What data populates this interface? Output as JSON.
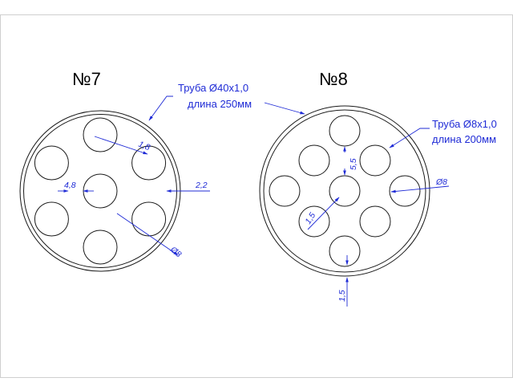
{
  "drawing": {
    "accent_color": "#1f2bd6",
    "line_color": "#1a1a1a",
    "left": {
      "title": "№7",
      "callout_line1": "Труба Ø40x1,0",
      "callout_line2": "длина 250мм",
      "dims": {
        "gap": "4,8",
        "wall": "2,2",
        "rod": "Ø8",
        "spacing": "1,8"
      }
    },
    "right": {
      "title": "№8",
      "callout_line1": "Труба Ø8x1,0",
      "callout_line2": "длина 200мм",
      "dims": {
        "rod": "Ø8",
        "gap_top": "5,5",
        "spacing": "1,5",
        "wall": "1,5"
      }
    }
  }
}
